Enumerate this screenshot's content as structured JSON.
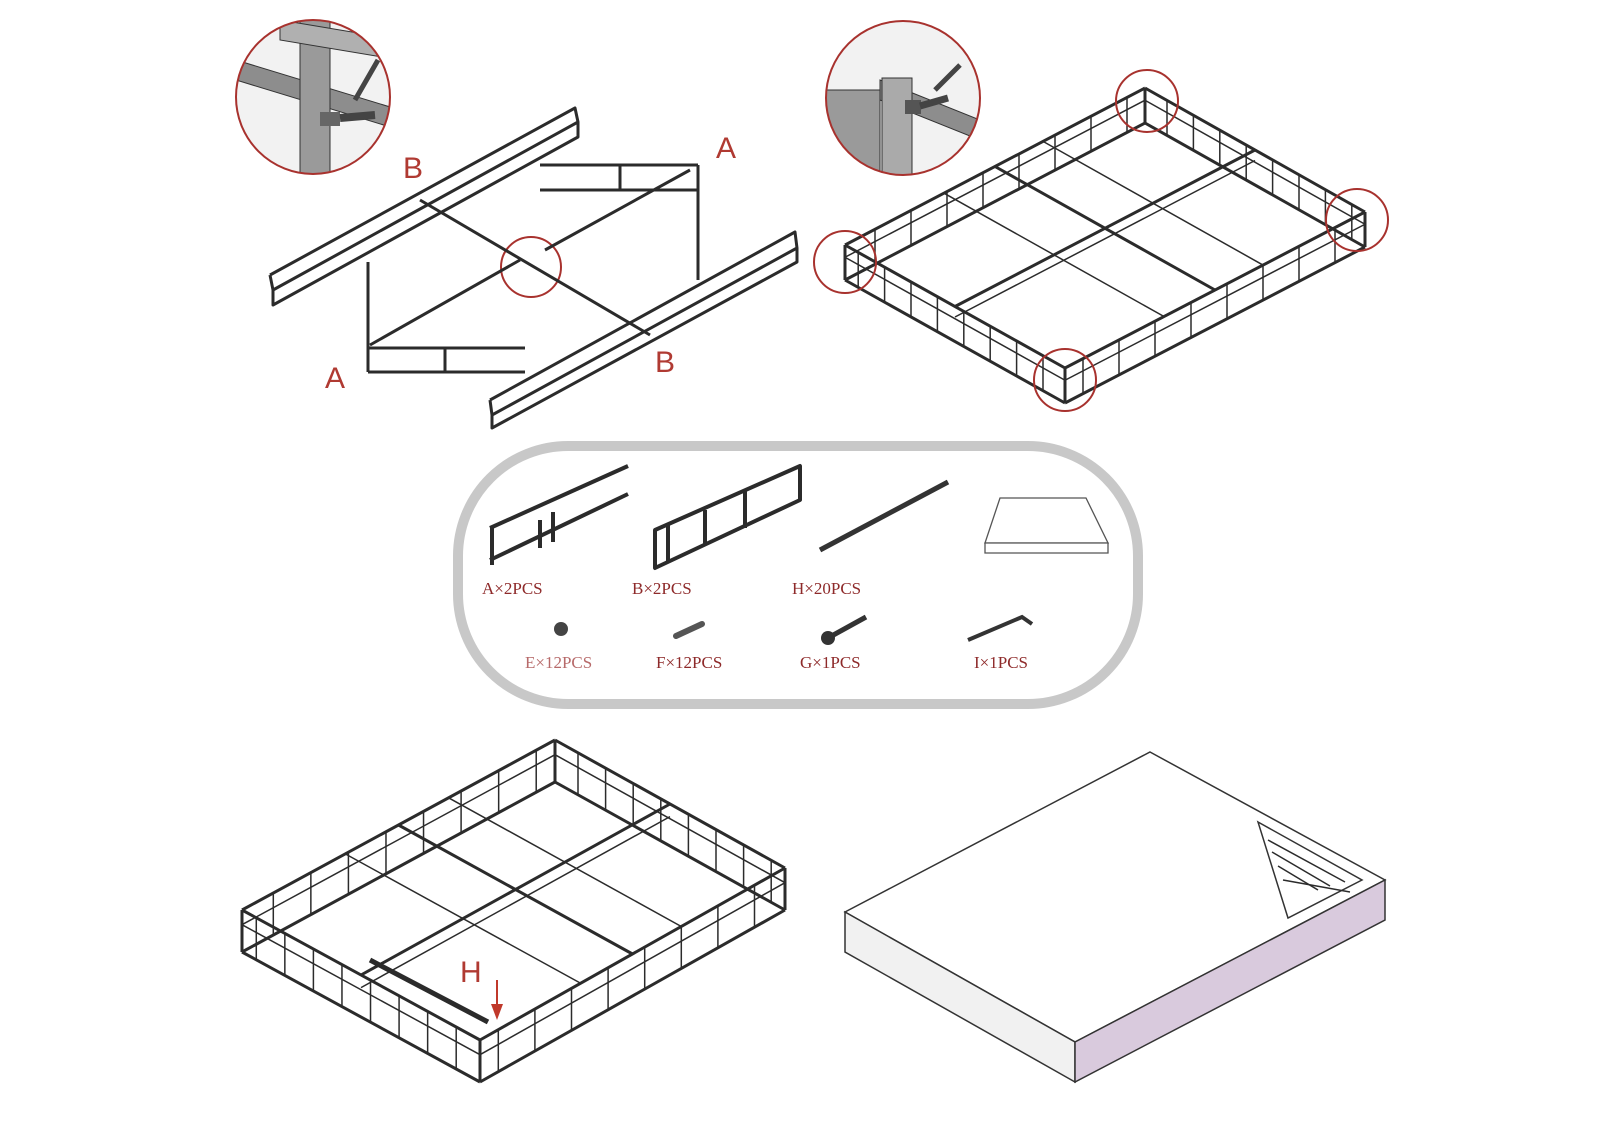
{
  "step1": {
    "label_a_top": "A",
    "label_a_bottom": "A",
    "label_b_top": "B",
    "label_b_bottom": "B"
  },
  "step3": {
    "label_h": "H"
  },
  "parts": [
    {
      "id": "A",
      "label": "A×2PCS"
    },
    {
      "id": "B",
      "label": "B×2PCS"
    },
    {
      "id": "H",
      "label": "H×20PCS"
    },
    {
      "id": "E",
      "label": "E×12PCS"
    },
    {
      "id": "F",
      "label": "F×12PCS"
    },
    {
      "id": "G",
      "label": "G×1PCS"
    },
    {
      "id": "I",
      "label": "I×1PCS"
    }
  ],
  "colors": {
    "accent": "#a8322e",
    "frame": "#2b2b2b",
    "parts_border": "#c8c8c8",
    "cover_side": "#d9cadd"
  }
}
